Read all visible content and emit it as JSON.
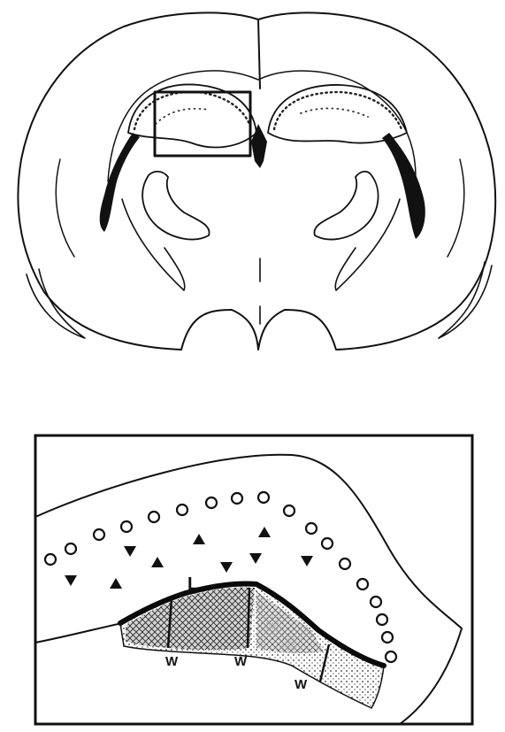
{
  "figure": {
    "ink_color": "#111111",
    "background": "#ffffff",
    "top_panel": {
      "kind": "brain-coronal-section",
      "has_inset_box": true
    },
    "bottom_panel": {
      "kind": "enlarged-inset",
      "labels": {
        "layer": "L",
        "w1": "W",
        "w2": "W",
        "w3": "W"
      },
      "markers": {
        "circle_count": 18,
        "triangle_up_count": 4,
        "triangle_down_count": 5
      }
    }
  }
}
